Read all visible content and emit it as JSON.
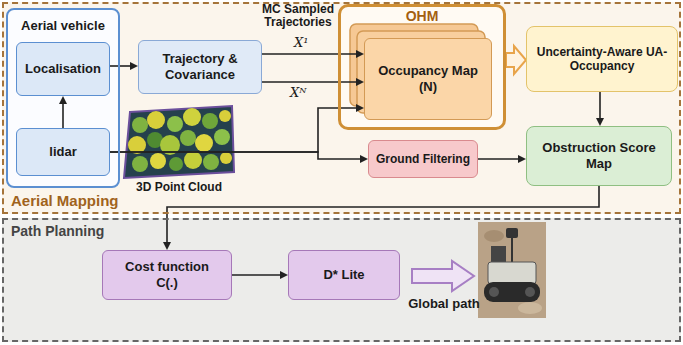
{
  "diagram": {
    "nodes": [
      {
        "text": [
          "Aerial Mapping"
        ]
      },
      {
        "text": [
          "Aerial vehicle"
        ],
        "in": 0
      },
      {
        "text": [
          "Localisation"
        ],
        "in": 1
      },
      {
        "text": [
          "lidar"
        ],
        "in": 1
      },
      {
        "text": [
          "Trajectory & Covariance"
        ],
        "in": 0
      },
      {
        "text": [
          "OHM"
        ],
        "in": 0
      },
      {
        "text": [
          "Occupancy Map (N)"
        ],
        "in": 5
      },
      {
        "text": [
          "Uncertainty-Aware UA-Occupancy"
        ],
        "in": 0
      },
      {
        "text": [
          "Ground Filtering"
        ],
        "in": 0
      },
      {
        "text": [
          "Obstruction Score Map"
        ],
        "in": 0
      },
      {
        "text": [
          "Path Planning"
        ]
      },
      {
        "text": [
          "Cost function C(.)"
        ],
        "in": 10
      },
      {
        "text": [
          "D* Lite"
        ],
        "in": 10
      }
    ],
    "edges": [
      {
        "from": 3,
        "to": 2,
        "arrow": "to"
      },
      {
        "from": 2,
        "to": 4,
        "arrow": "to"
      },
      {
        "from": 4,
        "to": 6,
        "label": "X¹",
        "arrow": "to"
      },
      {
        "from": 4,
        "to": 6,
        "label": "Xᴺ",
        "arrow": "to"
      },
      {
        "from": 3,
        "to": 6,
        "arrow": "to"
      },
      {
        "from": 3,
        "to": 8,
        "arrow": "to"
      },
      {
        "from": 8,
        "to": 9,
        "arrow": "to"
      },
      {
        "from": 5,
        "to": 7,
        "arrow": "to"
      },
      {
        "from": 7,
        "to": 9,
        "arrow": "to"
      },
      {
        "from": 9,
        "to": 11,
        "arrow": "to"
      },
      {
        "from": 11,
        "to": 12,
        "arrow": "to"
      }
    ],
    "labels": [
      "MC Sampled Trajectories",
      "3D Point Cloud",
      "Global path"
    ]
  }
}
